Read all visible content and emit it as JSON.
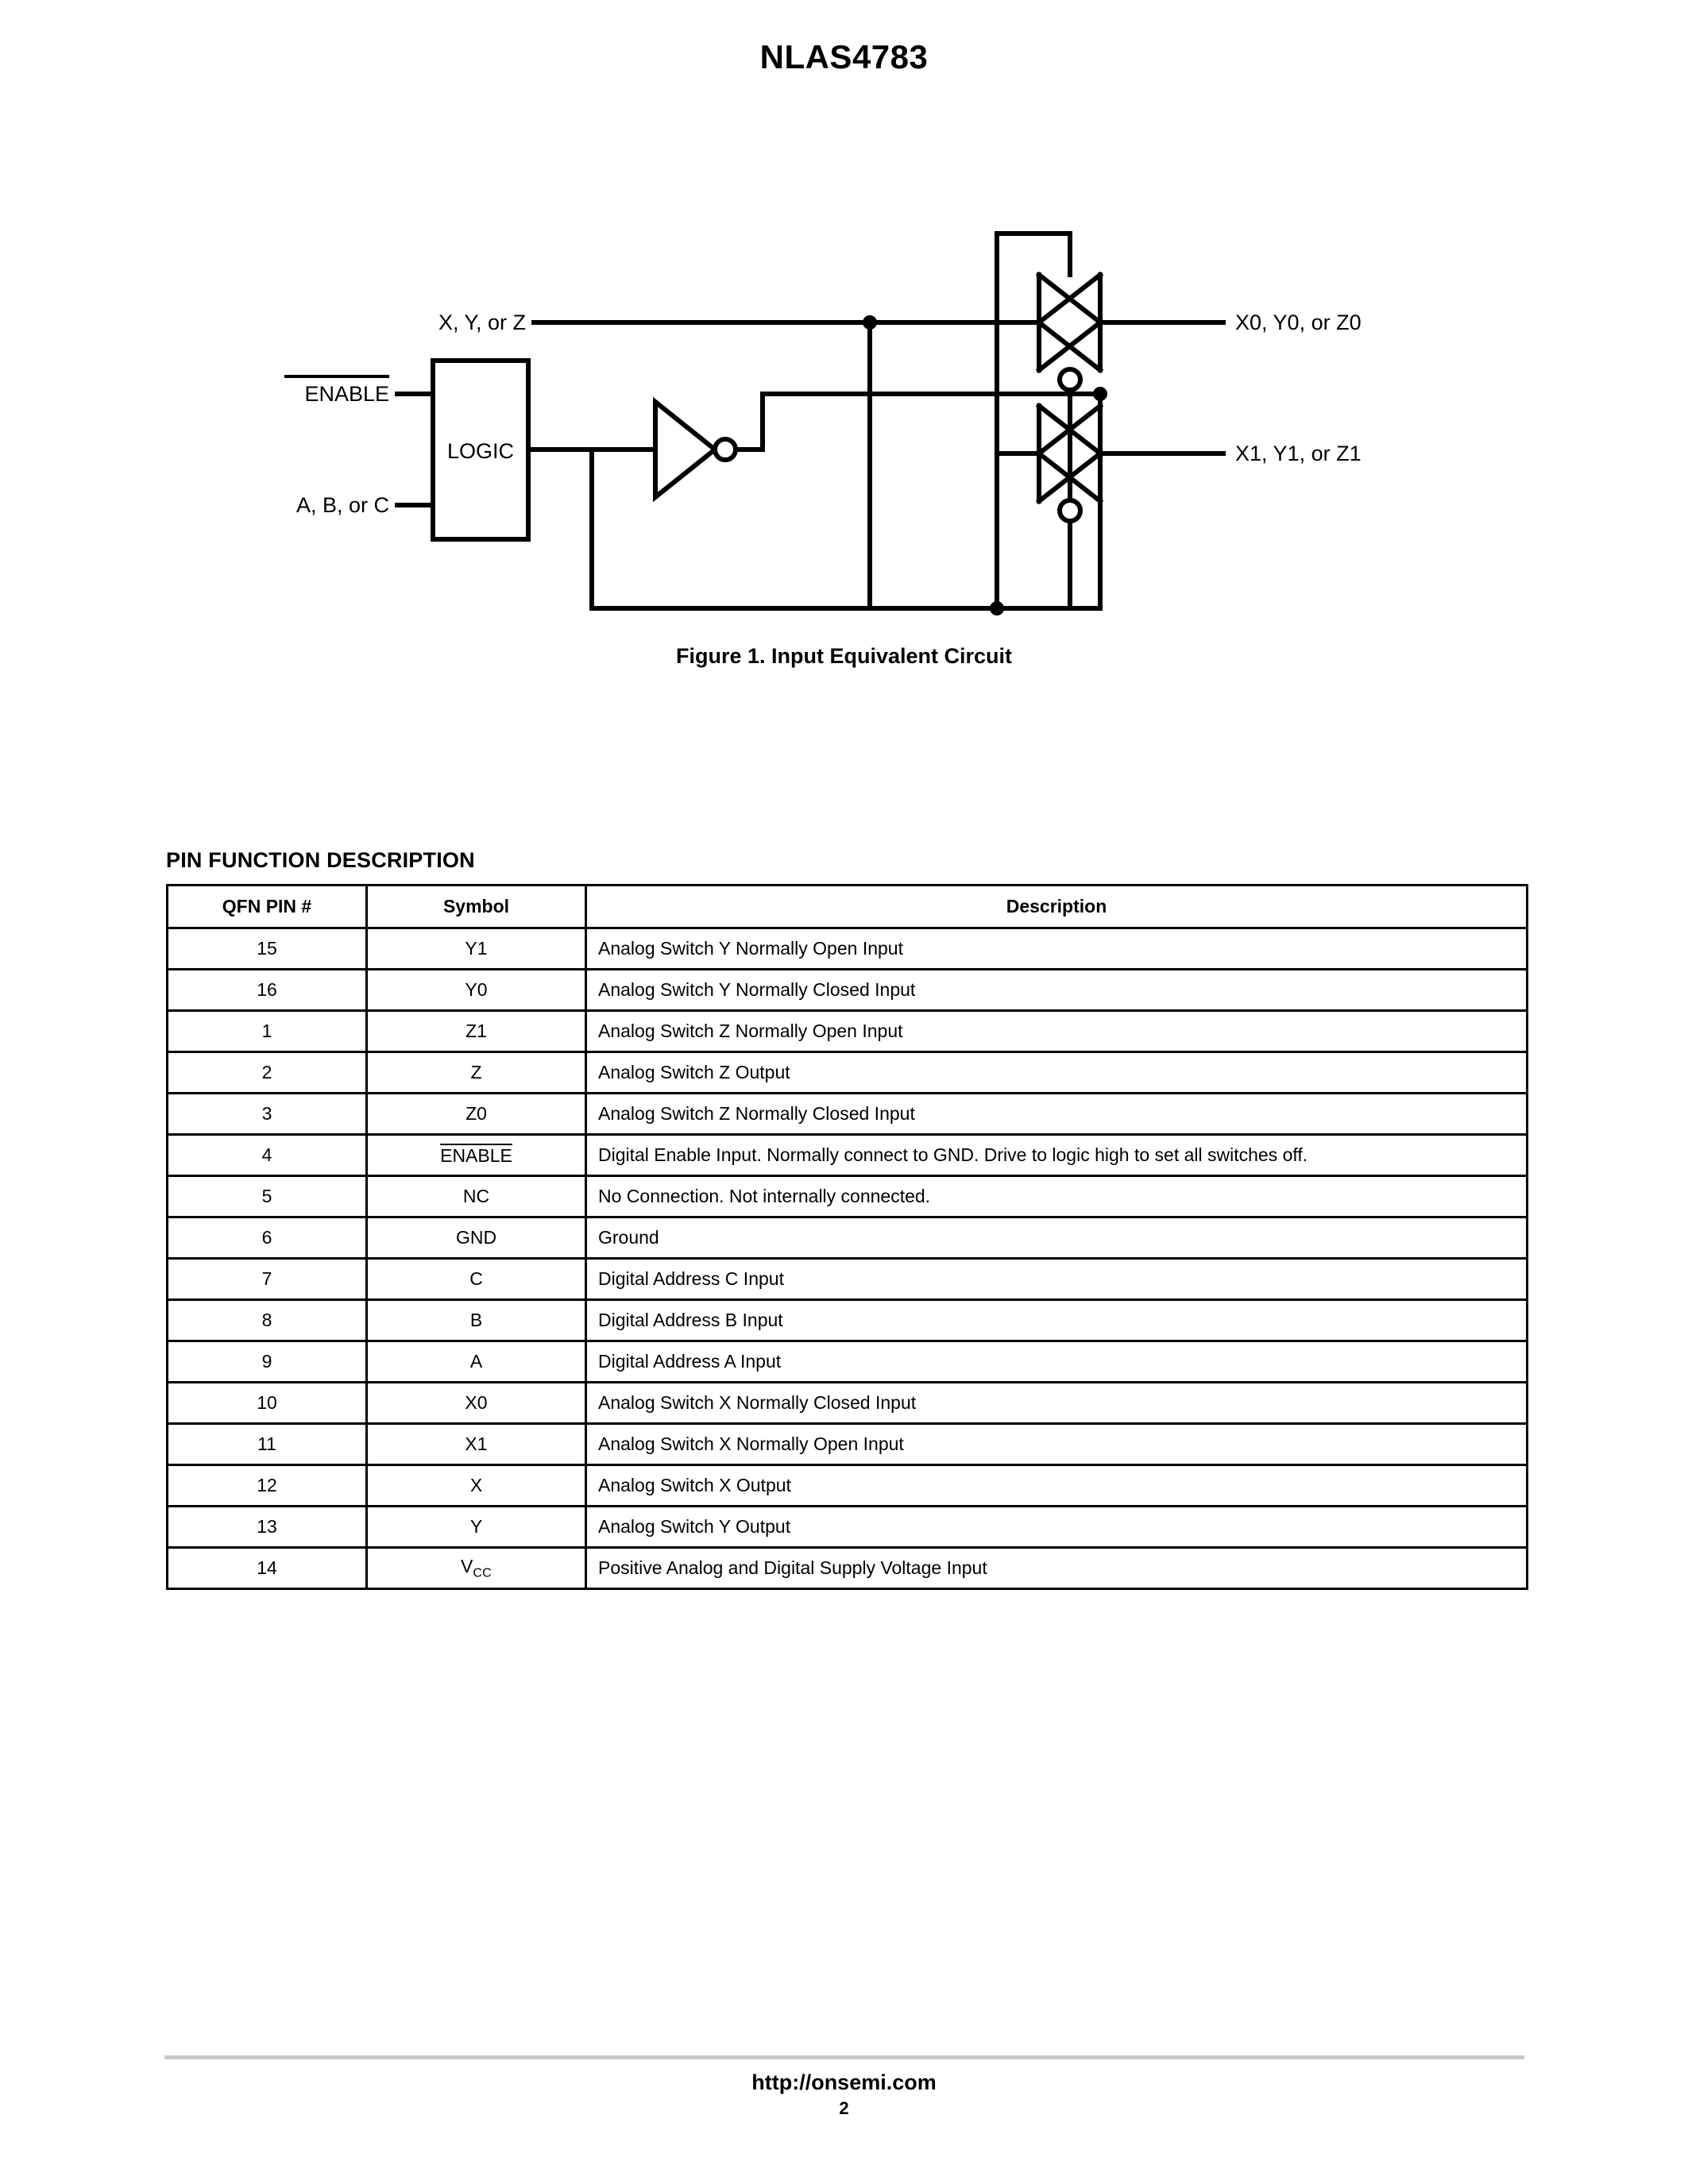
{
  "header": {
    "title": "NLAS4783"
  },
  "figure": {
    "caption": "Figure 1. Input Equivalent Circuit",
    "labels": {
      "analog_common": "X, Y, or Z",
      "enable": "ENABLE",
      "address": "A, B, or C",
      "logic_block": "LOGIC",
      "out0": "X0, Y0, or Z0",
      "out1": "X1, Y1, or Z1"
    }
  },
  "pin_section": {
    "title": "PIN FUNCTION DESCRIPTION",
    "columns": [
      "QFN PIN #",
      "Symbol",
      "Description"
    ],
    "rows": [
      {
        "pin": "15",
        "symbol": "Y1",
        "overline": false,
        "subscript": "",
        "description": "Analog Switch Y Normally Open Input"
      },
      {
        "pin": "16",
        "symbol": "Y0",
        "overline": false,
        "subscript": "",
        "description": "Analog Switch Y Normally Closed Input"
      },
      {
        "pin": "1",
        "symbol": "Z1",
        "overline": false,
        "subscript": "",
        "description": "Analog Switch Z Normally Open Input"
      },
      {
        "pin": "2",
        "symbol": "Z",
        "overline": false,
        "subscript": "",
        "description": "Analog Switch Z Output"
      },
      {
        "pin": "3",
        "symbol": "Z0",
        "overline": false,
        "subscript": "",
        "description": "Analog Switch Z Normally Closed Input"
      },
      {
        "pin": "4",
        "symbol": "ENABLE",
        "overline": true,
        "subscript": "",
        "description": "Digital Enable Input. Normally connect to GND. Drive to logic high to set all switches off."
      },
      {
        "pin": "5",
        "symbol": "NC",
        "overline": false,
        "subscript": "",
        "description": "No Connection. Not internally connected."
      },
      {
        "pin": "6",
        "symbol": "GND",
        "overline": false,
        "subscript": "",
        "description": "Ground"
      },
      {
        "pin": "7",
        "symbol": "C",
        "overline": false,
        "subscript": "",
        "description": "Digital Address C Input"
      },
      {
        "pin": "8",
        "symbol": "B",
        "overline": false,
        "subscript": "",
        "description": "Digital Address B Input"
      },
      {
        "pin": "9",
        "symbol": "A",
        "overline": false,
        "subscript": "",
        "description": "Digital Address A Input"
      },
      {
        "pin": "10",
        "symbol": "X0",
        "overline": false,
        "subscript": "",
        "description": "Analog Switch X Normally Closed Input"
      },
      {
        "pin": "11",
        "symbol": "X1",
        "overline": false,
        "subscript": "",
        "description": "Analog Switch X Normally Open Input"
      },
      {
        "pin": "12",
        "symbol": "X",
        "overline": false,
        "subscript": "",
        "description": "Analog Switch X Output"
      },
      {
        "pin": "13",
        "symbol": "Y",
        "overline": false,
        "subscript": "",
        "description": "Analog Switch Y Output"
      },
      {
        "pin": "14",
        "symbol": "V",
        "overline": false,
        "subscript": "CC",
        "description": "Positive Analog and Digital Supply Voltage Input"
      }
    ]
  },
  "footer": {
    "url": "http://onsemi.com",
    "page_number": "2"
  }
}
